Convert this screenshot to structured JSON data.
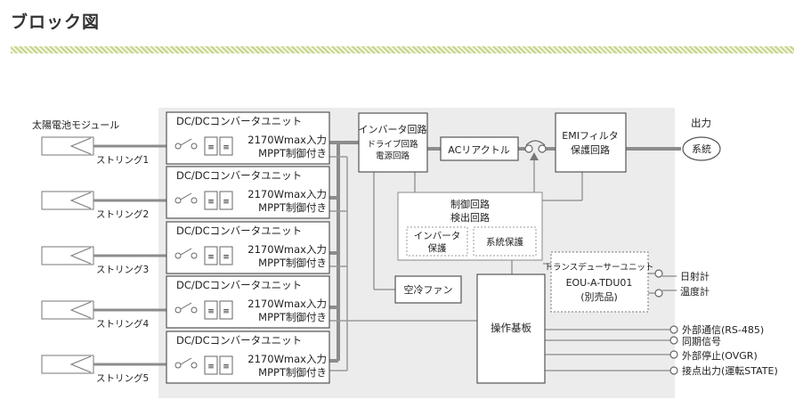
{
  "title": "ブロック図",
  "solar_label": "太陽電池モジュール",
  "strings": [
    "ストリング1",
    "ストリング2",
    "ストリング3",
    "ストリング4",
    "ストリング5"
  ],
  "dcdc": {
    "title": "DC/DCコンバータユニット",
    "line1": "2170Wmax入力",
    "line2": "MPPT制御付き"
  },
  "inverter": {
    "line1": "インバータ回路",
    "line2": "ドライブ回路",
    "line3": "電源回路"
  },
  "ac_reactor": "ACリアクトル",
  "emi": {
    "line1": "EMIフィルタ",
    "line2": "保護回路"
  },
  "output": {
    "label": "出力",
    "grid": "系統"
  },
  "control": {
    "line1": "制御回路",
    "line2": "検出回路",
    "inverter_protect_1": "インバータ",
    "inverter_protect_2": "保護",
    "grid_protect": "系統保護"
  },
  "fan": "空冷ファン",
  "operation_board": "操作基板",
  "transducer": {
    "line1": "トランスデューサーユニット",
    "line2": "EOU-A-TDU01",
    "line3": "(別売品)"
  },
  "sensors": [
    "日射計",
    "温度計"
  ],
  "io": [
    "外部通信(RS-485)",
    "同期信号",
    "外部停止(OVGR)",
    "接点出力(運転STATE)"
  ]
}
